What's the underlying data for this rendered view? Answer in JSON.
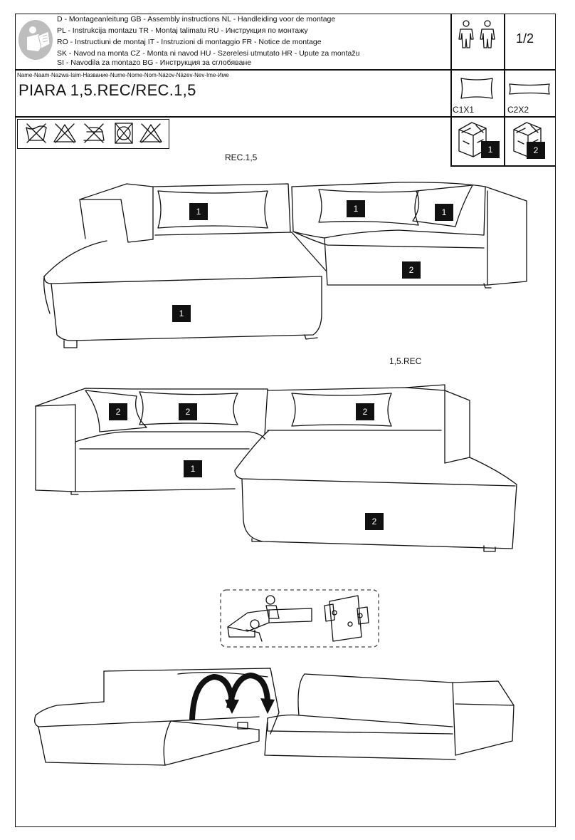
{
  "header": {
    "languages": [
      "D - Montageanleitung GB - Assembly instructions NL - Handleiding voor de montage",
      "PL - Instrukcija montazu TR - Montaj talimatu RU - Инструкция по монтажу",
      "RO - Instructiuni de montaj IT - Instruzioni di montaggio FR - Notice de montage",
      "SK - Navod na monta CZ - Monta ni navod HU - Szerelesi utmutato HR - Upute za montažu",
      "SI - Navodila za montazo BG - Инструкция за сглобяване"
    ],
    "page_number": "1/2",
    "name_labels": "Name-Naam-Nazwa-Isim-Название-Nume-Nome-Nom-Názov-Název-Nev-Ime-Име",
    "product_title": "PIARA 1,5.REC/REC.1,5"
  },
  "cushions": [
    {
      "label": "C1X1"
    },
    {
      "label": "C2X2"
    }
  ],
  "packages": [
    {
      "number": "1"
    },
    {
      "number": "2"
    }
  ],
  "care_symbols": [
    "no-wash-icon",
    "no-bleach-icon",
    "no-iron-icon",
    "no-tumble-dry-icon",
    "no-chlorine-icon"
  ],
  "diagrams": {
    "top_caption": "REC.1,5",
    "top_badges": [
      "1",
      "1",
      "1",
      "2",
      "1"
    ],
    "bottom_caption": "1,5.REC",
    "bottom_badges": [
      "2",
      "2",
      "2",
      "1",
      "2"
    ]
  }
}
